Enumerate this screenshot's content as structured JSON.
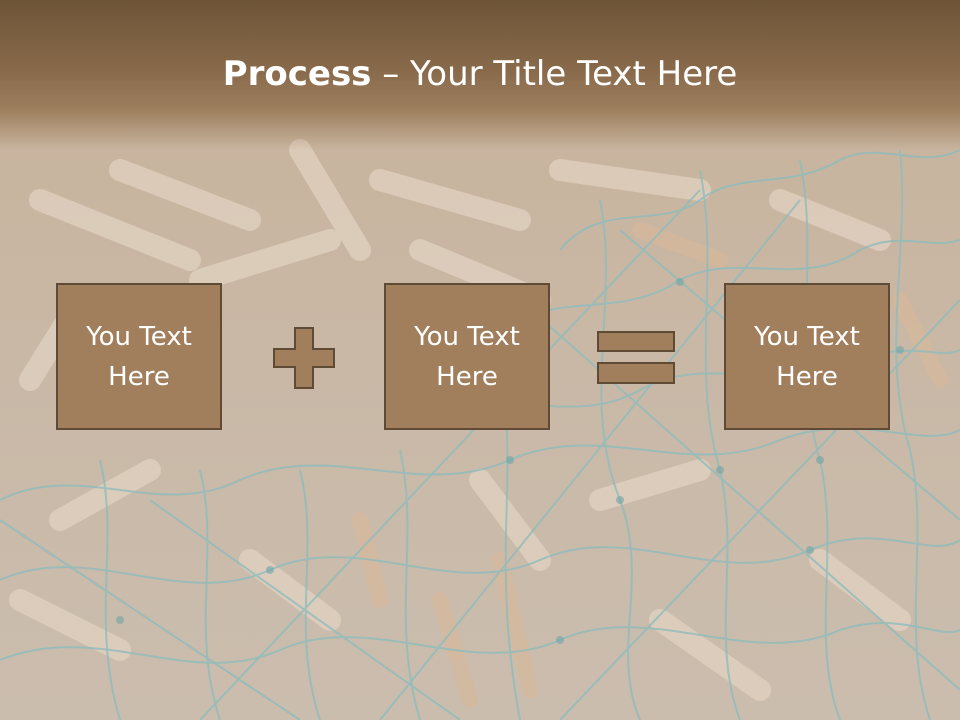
{
  "slide": {
    "title_bold": "Process",
    "title_rest": " – Your Title Text Here",
    "boxes": [
      {
        "line1": "You Text",
        "line2": "Here"
      },
      {
        "line1": "You Text",
        "line2": "Here"
      },
      {
        "line1": "You Text",
        "line2": "Here"
      }
    ],
    "operators": [
      "plus-icon",
      "equals-icon"
    ]
  },
  "colors": {
    "title_band": "#7a5e40",
    "box_fill": "#a27f5c",
    "box_border": "#5f4a35",
    "text": "#ffffff",
    "net": "#7fb3b5"
  }
}
